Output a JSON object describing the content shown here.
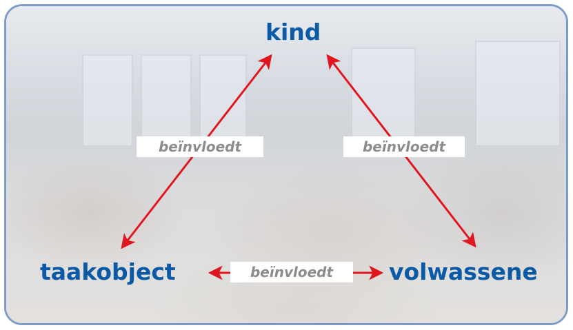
{
  "nodes": {
    "top": "kind",
    "left": "taakobject",
    "right": "volwassene"
  },
  "edges": {
    "left_label": "beïnvloedt",
    "right_label": "beïnvloedt",
    "bottom_label": "beïnvloedt"
  },
  "colors": {
    "node_text": "#0a5aa6",
    "arrow": "#e0161e",
    "label_text": "#8c8c8c",
    "frame_border": "#7f9cc8"
  }
}
